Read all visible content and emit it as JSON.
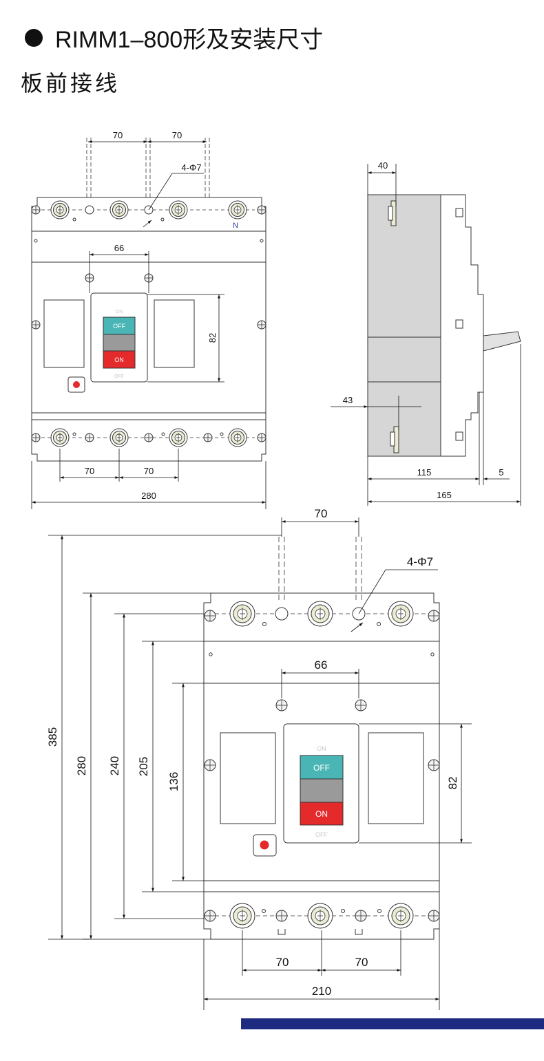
{
  "header": {
    "title": "RIMM1–800形及安装尺寸",
    "subtitle": "板前接线"
  },
  "switch": {
    "off_label": "OFF",
    "on_label": "ON",
    "hint_top": "ON",
    "hint_bottom": "OFF"
  },
  "pole_mark": "N",
  "hole_note": "4-Φ7",
  "top_view": {
    "d_70_a": "70",
    "d_70_b": "70",
    "d_66": "66",
    "d_82": "82",
    "d_70_c": "70",
    "d_70_d": "70",
    "d_280": "280"
  },
  "side_view": {
    "d_40": "40",
    "d_43": "43",
    "d_115": "115",
    "d_5": "5",
    "d_165": "165"
  },
  "front_view": {
    "d_70_top": "70",
    "d_66": "66",
    "d_82": "82",
    "d_385": "385",
    "d_280": "280",
    "d_240": "240",
    "d_205": "205",
    "d_136": "136",
    "d_70_a": "70",
    "d_70_b": "70",
    "d_210": "210"
  },
  "colors": {
    "off": "#4ab5b5",
    "on": "#e42a2a",
    "mid": "#9a9a9a",
    "bar": "#1c2a80",
    "body": "#d6d6d6"
  }
}
